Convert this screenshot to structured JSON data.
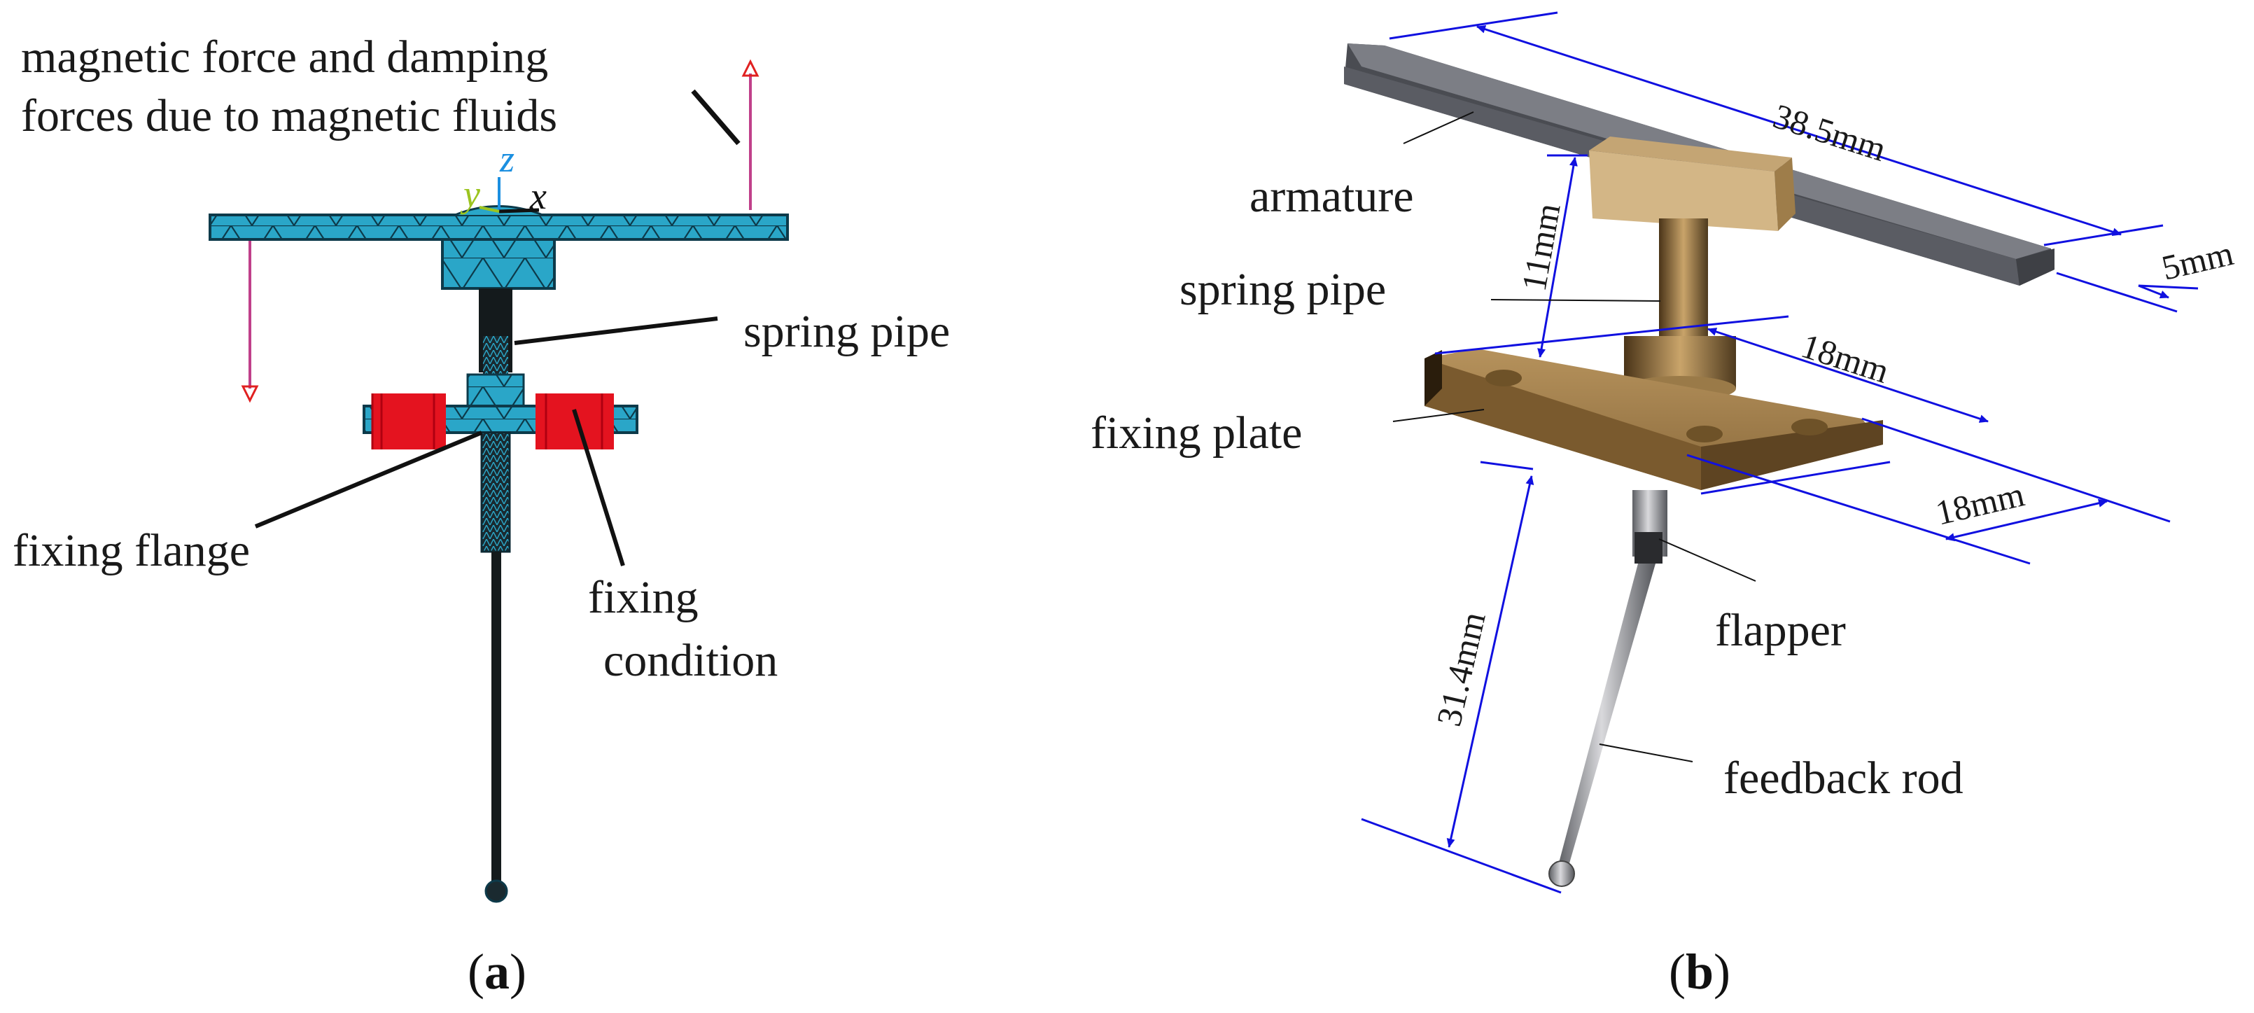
{
  "panel_a": {
    "labels": {
      "magnetic_force_line1": "magnetic force and damping",
      "magnetic_force_line2": "forces due to magnetic fluids",
      "spring_pipe": "spring pipe",
      "fixing_flange": "fixing flange",
      "fixing_condition_line1": "fixing",
      "fixing_condition_line2": "condition"
    },
    "axes": {
      "y": "y",
      "z": "z",
      "x": "x"
    },
    "caption": {
      "open": "(",
      "letter": "a",
      "close": ")"
    }
  },
  "panel_b": {
    "labels": {
      "armature": "armature",
      "spring_pipe": "spring pipe",
      "fixing_plate": "fixing plate",
      "flapper": "flapper",
      "feedback_rod": "feedback rod"
    },
    "dimensions": {
      "armature_length": "38.5mm",
      "armature_thickness": "5mm",
      "spring_pipe_height": "11mm",
      "plate_width": "18mm",
      "plate_depth": "18mm",
      "rod_length": "31.4mm"
    },
    "caption": {
      "open": "(",
      "letter": "b",
      "close": ")"
    }
  },
  "colors": {
    "mesh": "#2aa6c8",
    "mesh_line": "#0d3a4a",
    "fixing": "#e4131f",
    "force_arrow": "#c0408a",
    "dimension_line": "#1010e0",
    "armature_gray": "#6f7178",
    "brass": "#8a6a3c",
    "axis_y": "#9cc420",
    "axis_z": "#1b8fe0",
    "axis_x": "#111111"
  }
}
